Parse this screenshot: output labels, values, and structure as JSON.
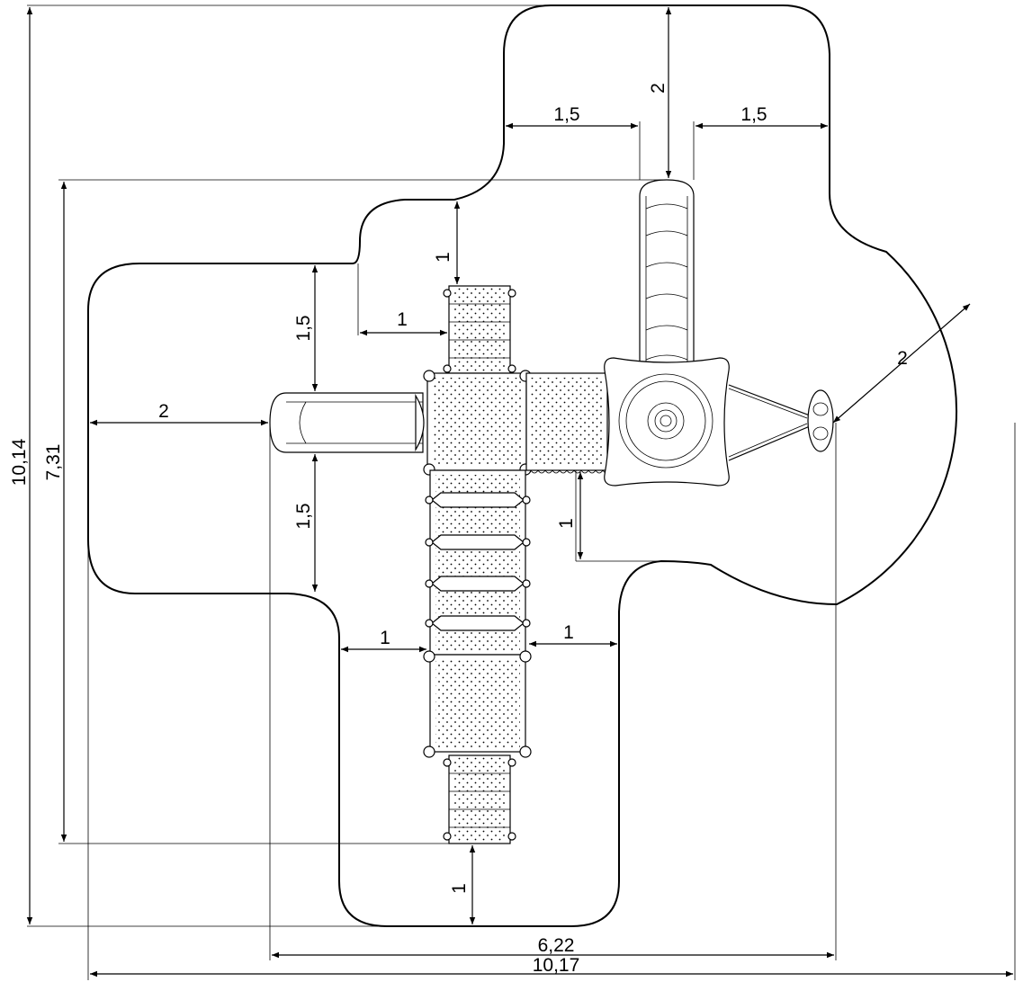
{
  "dimensions": {
    "overall_height": "10,14",
    "structure_height": "7,31",
    "overall_width": "10,17",
    "structure_width": "6,22",
    "slide_left_clearance": "2",
    "slide_top_clearance": "2",
    "slide_top_left_side": "1,5",
    "slide_top_right_side": "1,5",
    "left_slide_above": "1,5",
    "left_slide_below": "1,5",
    "top_stairs_above": "1",
    "top_stairs_left": "1",
    "right_deck_below": "1",
    "ladder_left": "1",
    "ladder_right": "1",
    "bottom_stairs_below": "1",
    "spinner_radius": "2"
  }
}
